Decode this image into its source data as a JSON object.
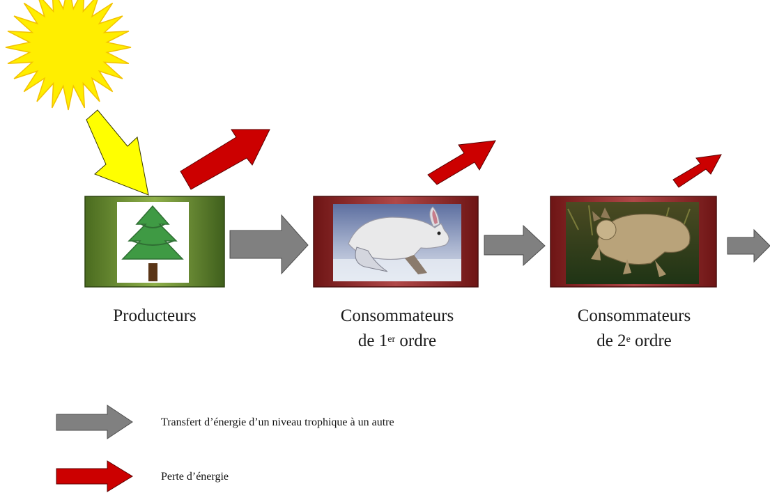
{
  "stages": [
    {
      "label": "Producteurs",
      "image": "tree-icon"
    },
    {
      "label_line1": "Consommateurs",
      "label_line2_pre": "de 1",
      "label_line2_sup": "er",
      "label_line2_post": " ordre",
      "image": "hare-photo"
    },
    {
      "label_line1": "Consommateurs",
      "label_line2_pre": "de 2",
      "label_line2_sup": "e",
      "label_line2_post": " ordre",
      "image": "lynx-photo"
    }
  ],
  "legend": {
    "transfer": "Transfert d’énergie d’un niveau trophique à un autre",
    "loss": "Perte d’énergie"
  },
  "colors": {
    "sun": "#ffee00",
    "sun_arrow": "#ffff00",
    "transfer_arrow": "#808080",
    "loss_arrow": "#cc0000",
    "producer_frame": "#4f6b28",
    "consumer_frame": "#7a1e1e"
  }
}
